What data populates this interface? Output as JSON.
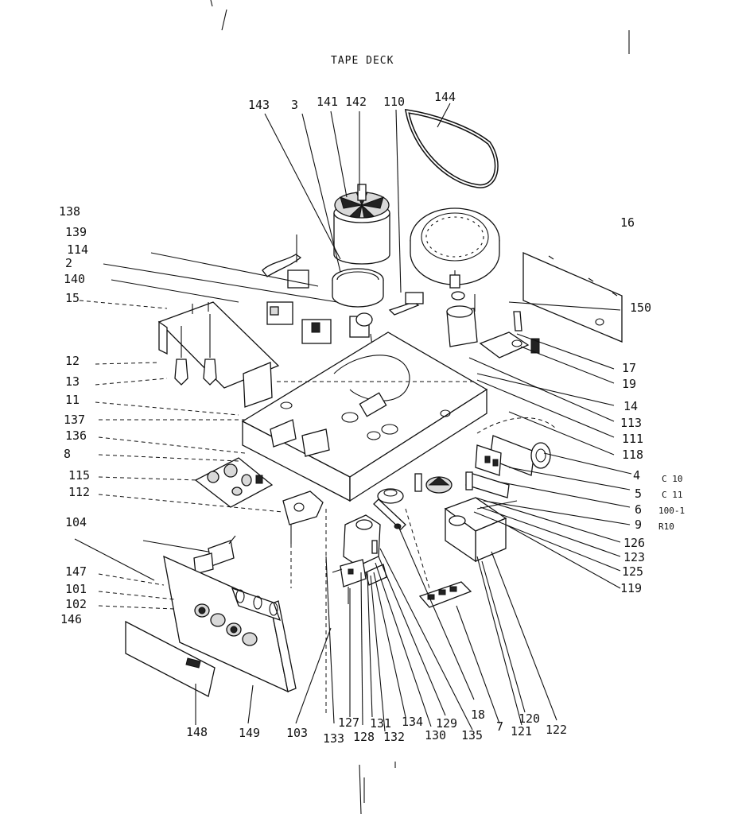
{
  "title": "TAPE DECK",
  "labels": {
    "l143": "143",
    "l3": "3",
    "l141": "141",
    "l142": "142",
    "l110": "110",
    "l144": "144",
    "l138": "138",
    "l139": "139",
    "l114": "114",
    "l2": "2",
    "l140": "140",
    "l15": "15",
    "l16": "16",
    "l150": "150",
    "l17": "17",
    "l19": "19",
    "l14": "14",
    "l113": "113",
    "l111": "111",
    "l118": "118",
    "l12": "12",
    "l13": "13",
    "l11": "11",
    "l137": "137",
    "l136": "136",
    "l8": "8",
    "l115": "115",
    "l112": "112",
    "l104": "104",
    "l147": "147",
    "l101": "101",
    "l102": "102",
    "l146": "146",
    "l4": "4",
    "l5": "5",
    "l6": "6",
    "l9": "9",
    "l126": "126",
    "l123": "123",
    "l125": "125",
    "l119": "119",
    "lC10": "C 10",
    "lC11": "C 11",
    "l1001": "100-1",
    "lR10": "R10",
    "l148": "148",
    "l149": "149",
    "l103": "103",
    "l133": "133",
    "l127": "127",
    "l128": "128",
    "l131": "131",
    "l132": "132",
    "l134": "134",
    "l130": "130",
    "l129": "129",
    "l135": "135",
    "l18": "18",
    "l7": "7",
    "l120": "120",
    "l121": "121",
    "l122": "122"
  }
}
